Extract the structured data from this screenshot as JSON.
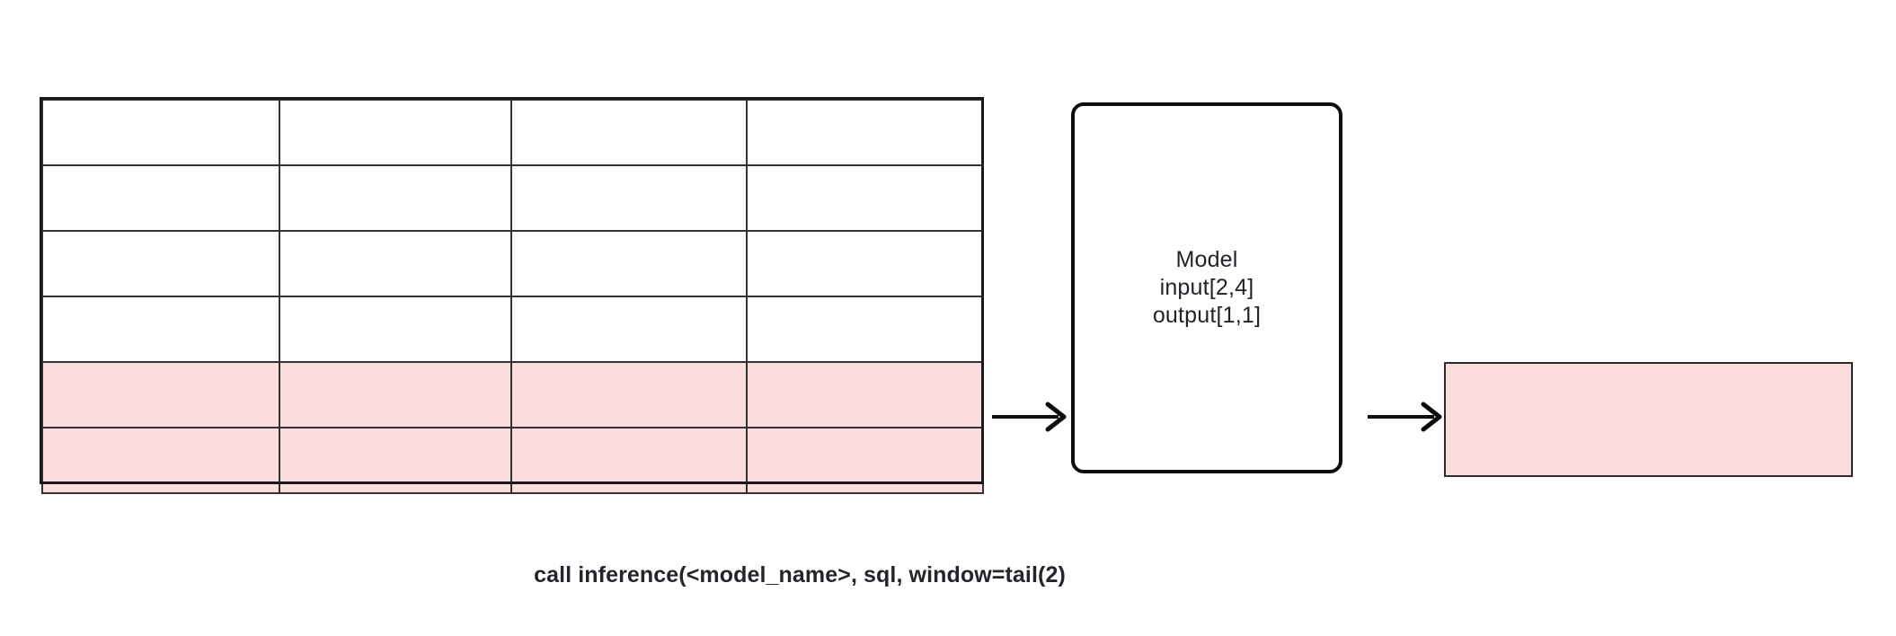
{
  "diagram": {
    "title_caption": "call inference(<model_name>, sql, window=tail(2)",
    "colors": {
      "highlight_fill": "#fbdddd",
      "border_dark": "#1a1a1a",
      "grid_line": "#333333",
      "text_dark": "#1f2328",
      "caption_text": "#22252a",
      "background": "#ffffff"
    }
  },
  "input_table": {
    "name": "input-data-table",
    "columns": 4,
    "rows": 6,
    "highlighted_rows": [
      5,
      6
    ],
    "cells": [
      [
        "",
        "",
        "",
        ""
      ],
      [
        "",
        "",
        "",
        ""
      ],
      [
        "",
        "",
        "",
        ""
      ],
      [
        "",
        "",
        "",
        ""
      ],
      [
        "",
        "",
        "",
        ""
      ],
      [
        "",
        "",
        "",
        ""
      ]
    ]
  },
  "model": {
    "name": "Model",
    "input_shape": "input[2,4]",
    "output_shape": "output[1,1]"
  },
  "output_table": {
    "name": "inference-output",
    "rows": 1,
    "columns": 1,
    "cells": [
      [
        ""
      ]
    ]
  },
  "arrows": {
    "table_to_model": "arrow-right",
    "model_to_output": "arrow-right"
  }
}
